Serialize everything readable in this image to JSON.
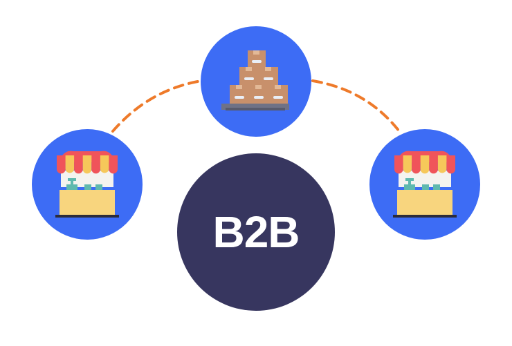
{
  "diagram": {
    "center_label": "B2B",
    "nodes": [
      {
        "role": "supplier",
        "icon": "boxes-pallet-icon"
      },
      {
        "role": "business-left",
        "icon": "storefront-icon"
      },
      {
        "role": "business-right",
        "icon": "storefront-icon"
      }
    ]
  },
  "colors": {
    "node_fill": "#3D6CF5",
    "center_fill": "#37365F",
    "connector": "#EE7A2A",
    "box_light": "#C8906B",
    "box_dark": "#A8704E",
    "pallet": "#6F7286",
    "awning_red": "#F0545A",
    "awning_yellow": "#F6C85A",
    "counter": "#F8D57E",
    "shop_wall": "#F4F3EF",
    "teal": "#5FB9AE"
  }
}
